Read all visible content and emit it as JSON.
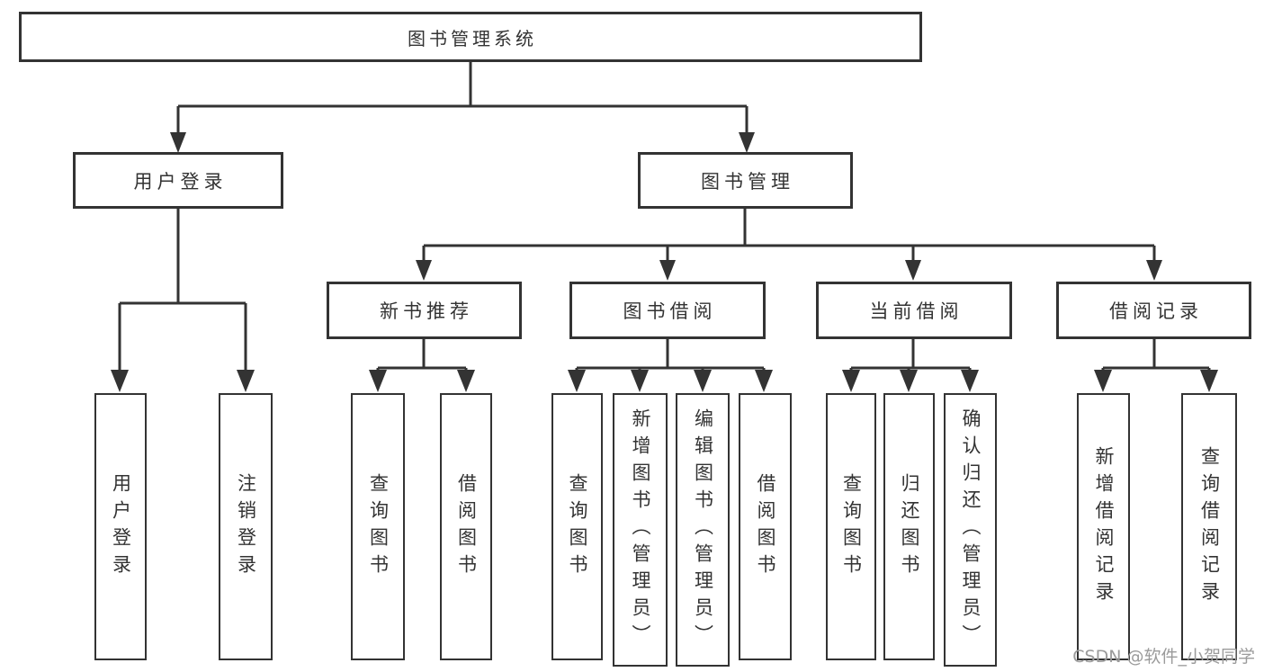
{
  "tree": {
    "root": {
      "label": "图书管理系统",
      "children": [
        {
          "label": "用户登录",
          "children": [
            {
              "label": "用户登录"
            },
            {
              "label": "注销登录"
            }
          ]
        },
        {
          "label": "图书管理",
          "children": [
            {
              "label": "新书推荐",
              "children": [
                {
                  "label": "查询图书"
                },
                {
                  "label": "借阅图书"
                }
              ]
            },
            {
              "label": "图书借阅",
              "children": [
                {
                  "label": "查询图书"
                },
                {
                  "label": "新增图书（管理员）"
                },
                {
                  "label": "编辑图书（管理员）"
                },
                {
                  "label": "借阅图书"
                }
              ]
            },
            {
              "label": "当前借阅",
              "children": [
                {
                  "label": "查询图书"
                },
                {
                  "label": "归还图书"
                },
                {
                  "label": "确认归还（管理员）"
                }
              ]
            },
            {
              "label": "借阅记录",
              "children": [
                {
                  "label": "新增借阅记录"
                },
                {
                  "label": "查询借阅记录"
                }
              ]
            }
          ]
        }
      ]
    }
  },
  "watermark": {
    "text": "CSDN @软件_小贺同学"
  },
  "colors": {
    "line": "#333333",
    "node_border": "#333333",
    "node_fill": "#ffffff",
    "text": "#333333",
    "watermark": "#9b9b9b",
    "background": "#ffffff"
  }
}
